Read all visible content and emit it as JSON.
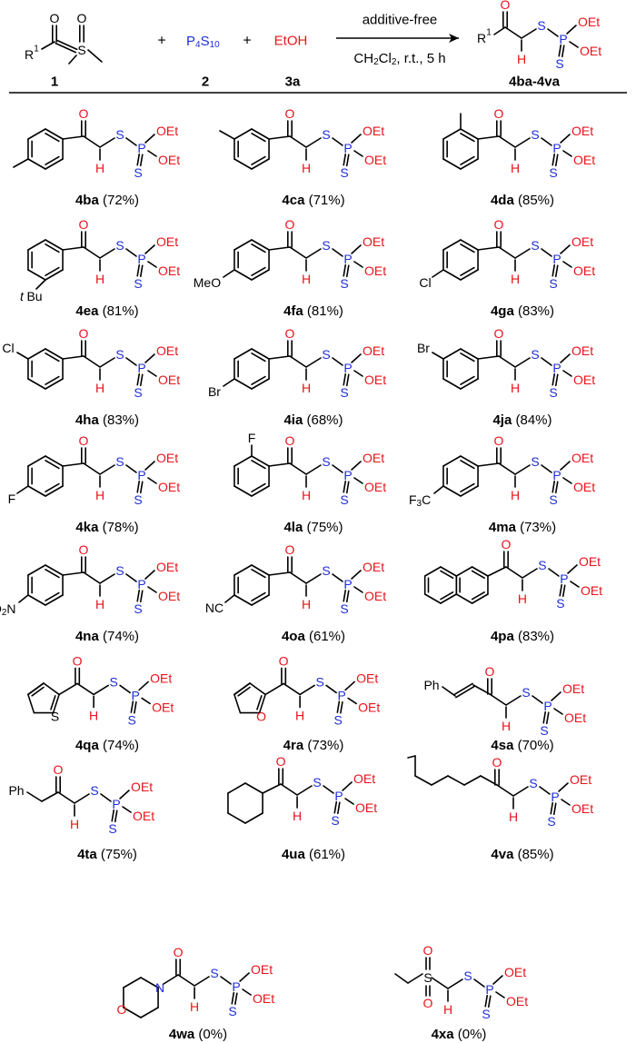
{
  "colors": {
    "black": "#000000",
    "red": "#e8141c",
    "blue": "#1f2fd6"
  },
  "atoms": {
    "O": "O",
    "S": "S",
    "P": "P",
    "H": "H",
    "OEt": "OEt",
    "R": "R",
    "sup1": "1",
    "F": "F",
    "Cl": "Cl",
    "Br": "Br",
    "MeO": "MeO",
    "tBu_t": "t",
    "tBu_Bu": "Bu",
    "F3C_F": "F",
    "F3C_3": "3",
    "F3C_C": "C",
    "O2N_O": "O",
    "O2N_2": "2",
    "O2N_N": "N",
    "NC": "NC",
    "Ph": "Ph",
    "N": "N"
  },
  "header": {
    "plus": "+",
    "reagent1_label": "1",
    "reagent2": {
      "P": "P",
      "sub4": "4",
      "S": "S",
      "sub10": "10",
      "label": "2"
    },
    "reagent3": {
      "text": "EtOH",
      "label": "3a"
    },
    "arrow_top": "additive-free",
    "arrow_bottom": {
      "a": "CH",
      "sub2": "2",
      "b": "Cl",
      "sub2b": "2",
      "c": ", r.t., 5 h"
    },
    "product_label": "4ba-4va"
  },
  "products": [
    {
      "id": "4ba",
      "yield": "(72%)"
    },
    {
      "id": "4ca",
      "yield": "(71%)"
    },
    {
      "id": "4da",
      "yield": "(85%)"
    },
    {
      "id": "4ea",
      "yield": "(81%)"
    },
    {
      "id": "4fa",
      "yield": "(81%)"
    },
    {
      "id": "4ga",
      "yield": "(83%)"
    },
    {
      "id": "4ha",
      "yield": "(83%)"
    },
    {
      "id": "4ia",
      "yield": "(68%)"
    },
    {
      "id": "4ja",
      "yield": "(84%)"
    },
    {
      "id": "4ka",
      "yield": "(78%)"
    },
    {
      "id": "4la",
      "yield": "(75%)"
    },
    {
      "id": "4ma",
      "yield": "(73%)"
    },
    {
      "id": "4na",
      "yield": "(74%)"
    },
    {
      "id": "4oa",
      "yield": "(61%)"
    },
    {
      "id": "4pa",
      "yield": "(83%)"
    },
    {
      "id": "4qa",
      "yield": "(74%)"
    },
    {
      "id": "4ra",
      "yield": "(73%)"
    },
    {
      "id": "4sa",
      "yield": "(70%)"
    },
    {
      "id": "4ta",
      "yield": "(75%)"
    },
    {
      "id": "4ua",
      "yield": "(61%)"
    },
    {
      "id": "4va",
      "yield": "(85%)"
    },
    {
      "id": "4wa",
      "yield": "(0%)"
    },
    {
      "id": "4xa",
      "yield": "(0%)"
    }
  ]
}
